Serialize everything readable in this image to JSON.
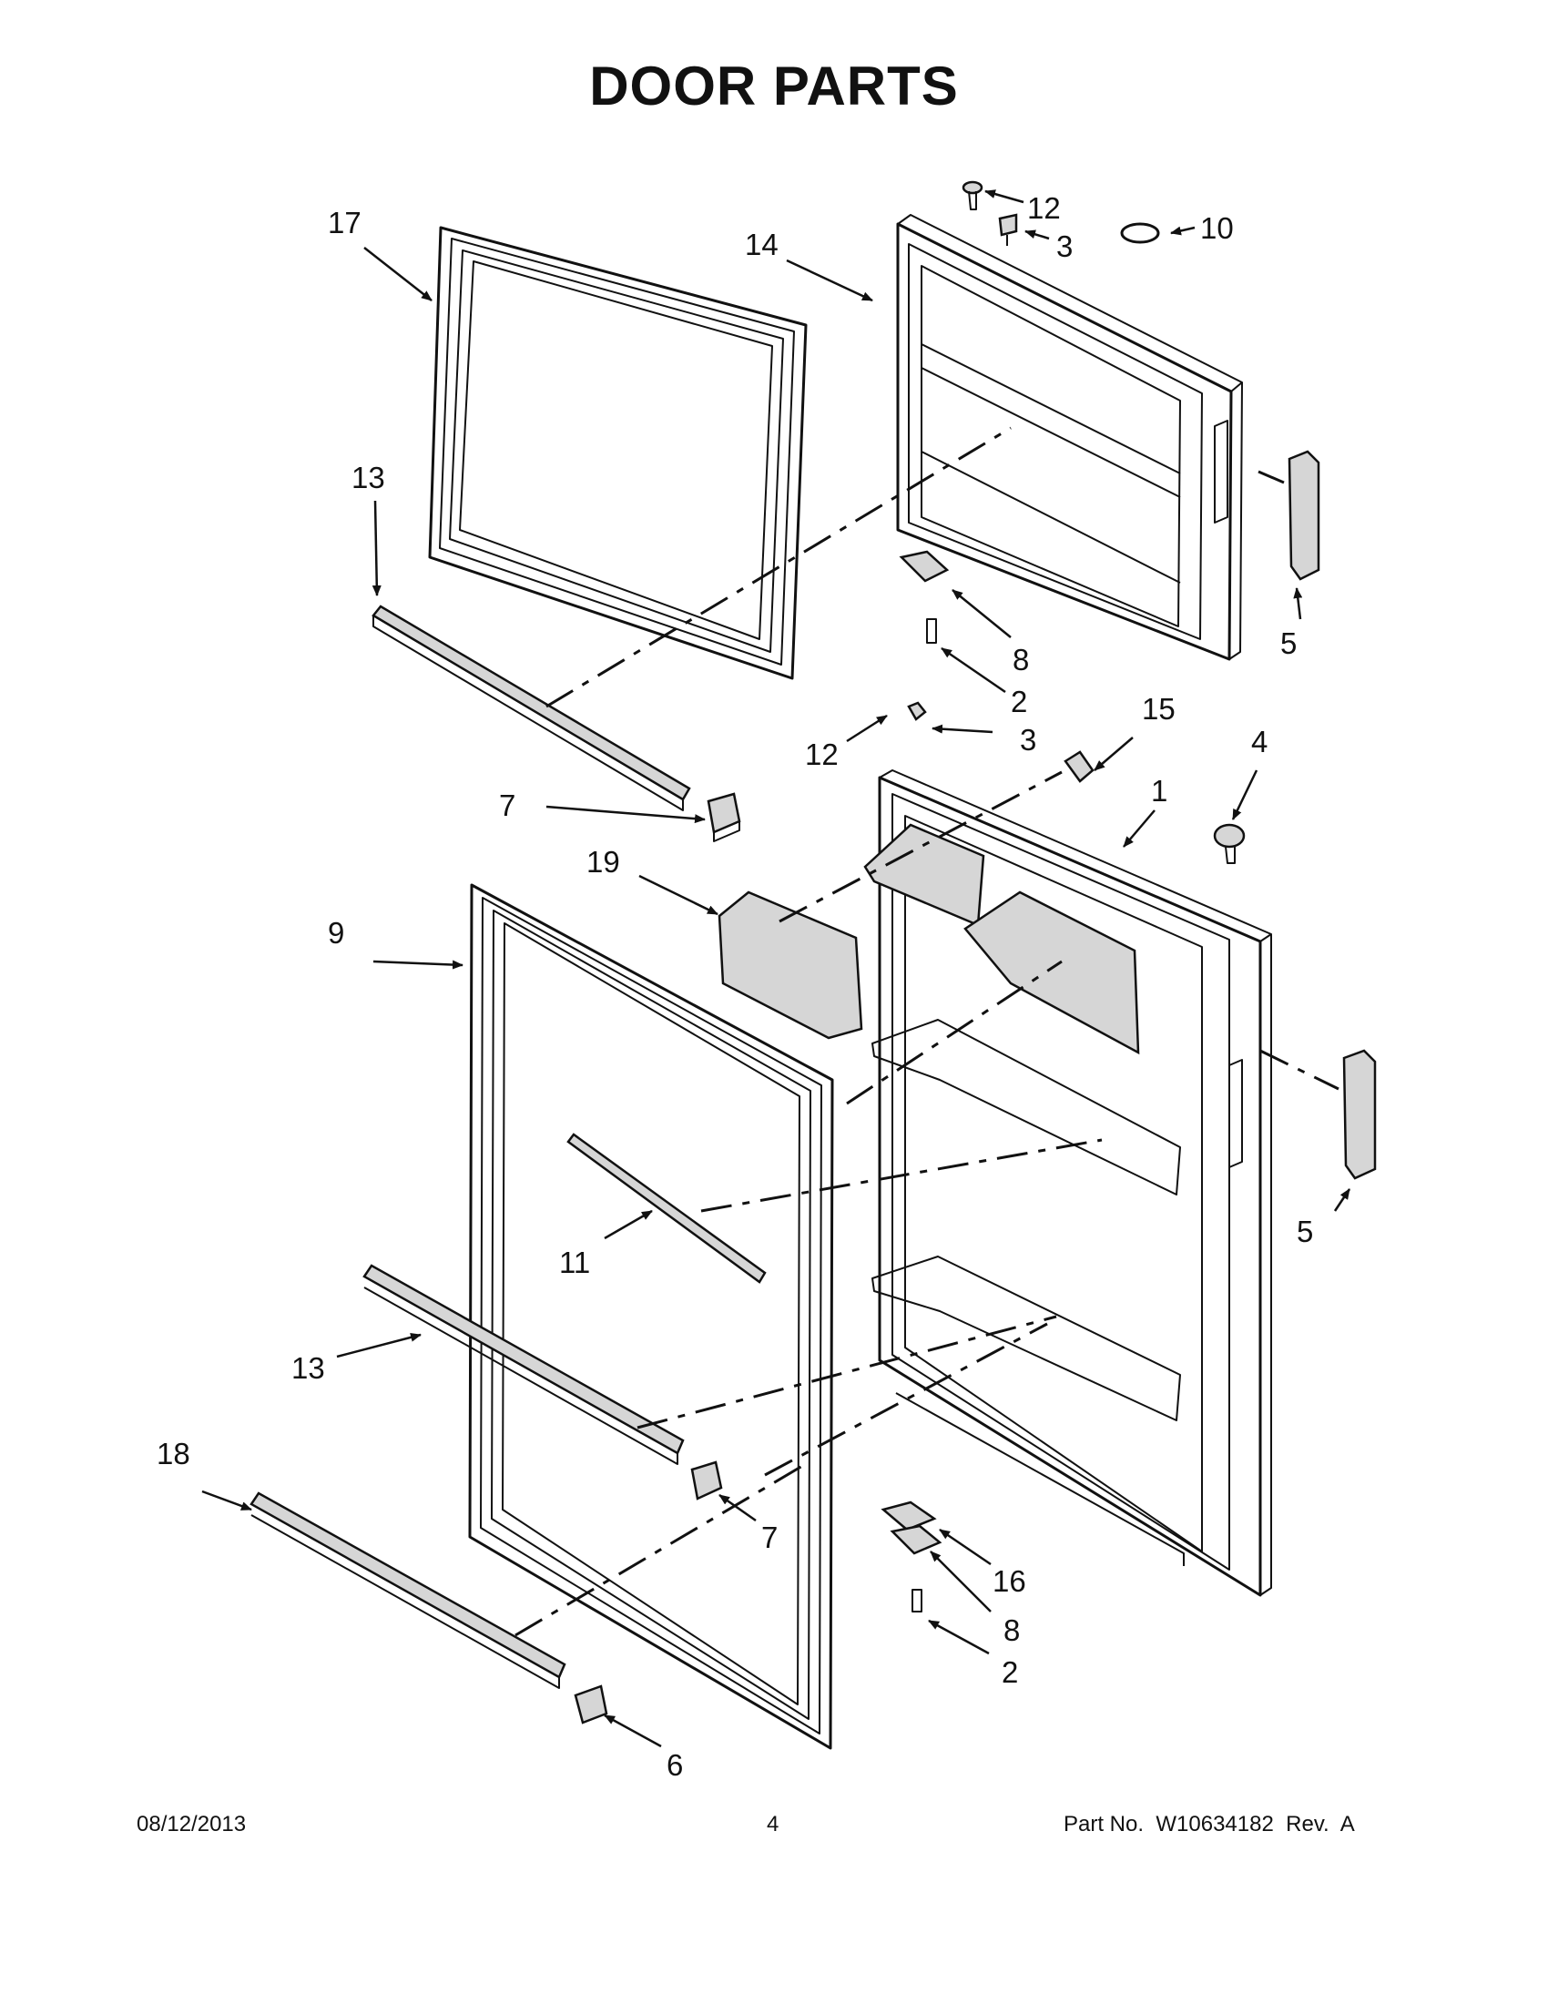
{
  "title": "DOOR PARTS",
  "callouts": [
    {
      "id": "c17",
      "label": "17"
    },
    {
      "id": "c14",
      "label": "14"
    },
    {
      "id": "c12a",
      "label": "12"
    },
    {
      "id": "c3a",
      "label": "3"
    },
    {
      "id": "c10",
      "label": "10"
    },
    {
      "id": "c13a",
      "label": "13"
    },
    {
      "id": "c5a",
      "label": "5"
    },
    {
      "id": "c8a",
      "label": "8"
    },
    {
      "id": "c2a",
      "label": "2"
    },
    {
      "id": "c12b",
      "label": "12"
    },
    {
      "id": "c3b",
      "label": "3"
    },
    {
      "id": "c15",
      "label": "15"
    },
    {
      "id": "c4",
      "label": "4"
    },
    {
      "id": "c1",
      "label": "1"
    },
    {
      "id": "c7a",
      "label": "7"
    },
    {
      "id": "c19",
      "label": "19"
    },
    {
      "id": "c9",
      "label": "9"
    },
    {
      "id": "c5b",
      "label": "5"
    },
    {
      "id": "c11",
      "label": "11"
    },
    {
      "id": "c13b",
      "label": "13"
    },
    {
      "id": "c18",
      "label": "18"
    },
    {
      "id": "c7b",
      "label": "7"
    },
    {
      "id": "c16",
      "label": "16"
    },
    {
      "id": "c8b",
      "label": "8"
    },
    {
      "id": "c2b",
      "label": "2"
    },
    {
      "id": "c6",
      "label": "6"
    }
  ],
  "footer": {
    "date": "08/12/2013",
    "page": "4",
    "part_no": "Part No.  W10634182  Rev.  A"
  }
}
